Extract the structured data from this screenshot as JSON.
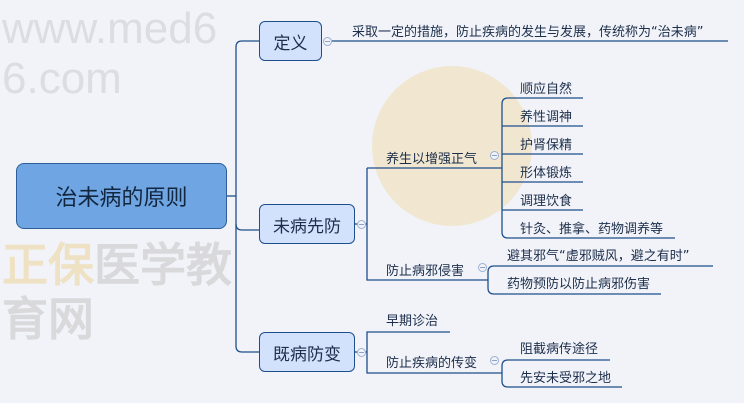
{
  "watermark": {
    "brand": "正保医学教育网",
    "brand_prefix": "正保",
    "brand_suffix": "医学教育网",
    "url": "www.med66.com"
  },
  "root": "治未病的原则",
  "branches": [
    {
      "label": "定义",
      "children": [
        {
          "label": "采取一定的措施，防止疾病的发生与发展，传统称为“治未病”"
        }
      ]
    },
    {
      "label": "未病先防",
      "children": [
        {
          "label": "养生以增强正气",
          "children": [
            "顺应自然",
            "养性调神",
            "护肾保精",
            "形体锻炼",
            "调理饮食",
            "针灸、推拿、药物调养等"
          ]
        },
        {
          "label": "防止病邪侵害",
          "children": [
            "避其邪气“虚邪贼风，避之有时”",
            "药物预防以防止病邪伤害"
          ]
        }
      ]
    },
    {
      "label": "既病防变",
      "children": [
        {
          "label": "早期诊治"
        },
        {
          "label": "防止疾病的传变",
          "children": [
            "阻截病传途径",
            "先安未受邪之地"
          ]
        }
      ]
    }
  ]
}
